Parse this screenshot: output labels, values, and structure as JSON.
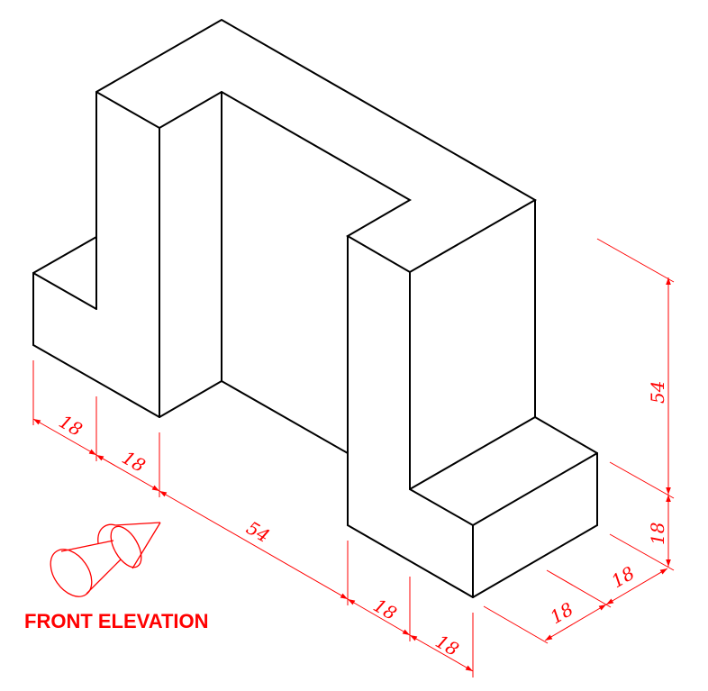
{
  "title": "FRONT ELEVATION",
  "colors": {
    "object_lines": "#000000",
    "dimensions": "#ff0000"
  },
  "viewing_direction_icon": "eye-cone-arrow-icon",
  "dimensions": {
    "bottom_left": [
      "18",
      "18",
      "54",
      "18",
      "18"
    ],
    "right_vertical": [
      "54",
      "18"
    ],
    "right_depth": [
      "18",
      "18"
    ]
  }
}
